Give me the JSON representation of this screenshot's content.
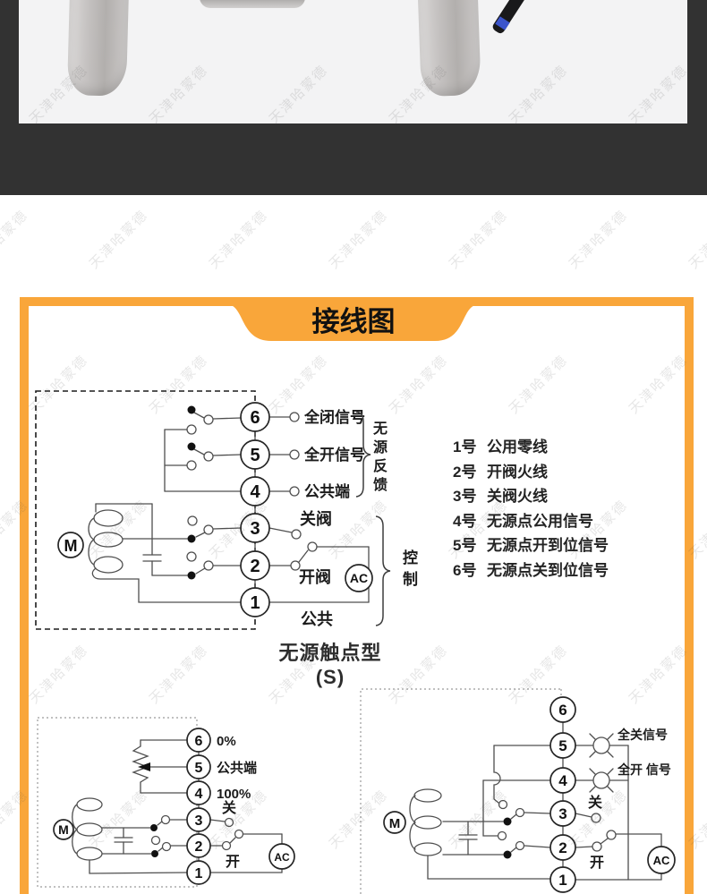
{
  "watermark": {
    "text": "天津哈蒙德"
  },
  "banner": {
    "title": "接线图"
  },
  "colors": {
    "accent_orange": "#F9A63A",
    "hero_dark": "#323232",
    "photo_bg": "#F3F3F4"
  },
  "legend": {
    "items": [
      {
        "num": "1号",
        "label": "公用零线"
      },
      {
        "num": "2号",
        "label": "开阀火线"
      },
      {
        "num": "3号",
        "label": "关阀火线"
      },
      {
        "num": "4号",
        "label": "无源点公用信号"
      },
      {
        "num": "5号",
        "label": "无源点开到位信号"
      },
      {
        "num": "6号",
        "label": "无源点关到位信号"
      }
    ]
  },
  "diagram1": {
    "caption": "无源触点型(S)",
    "terminals": [
      "6",
      "5",
      "4",
      "3",
      "2",
      "1"
    ],
    "labels": {
      "full_closed_signal": "全闭信号",
      "full_open_signal": "全开信号",
      "common_terminal": "公共端",
      "close_valve": "关阀",
      "open_valve": "开阀",
      "common": "公共",
      "ac": "AC",
      "motor": "M",
      "feedback_group": "无源反馈",
      "control_group": "控制"
    }
  },
  "diagram2": {
    "terminals": [
      "6",
      "5",
      "4",
      "3",
      "2",
      "1"
    ],
    "labels": {
      "zero_pct": "0%",
      "common_terminal": "公共端",
      "hundred_pct": "100%",
      "close": "关",
      "open": "开",
      "ac": "AC",
      "motor": "M"
    }
  },
  "diagram3": {
    "terminals": [
      "6",
      "5",
      "4",
      "3",
      "2",
      "1"
    ],
    "labels": {
      "full_close_signal": "全关信号",
      "full_open_signal": "全开 信号",
      "close": "关",
      "open": "开",
      "ac": "AC",
      "motor": "M"
    }
  }
}
